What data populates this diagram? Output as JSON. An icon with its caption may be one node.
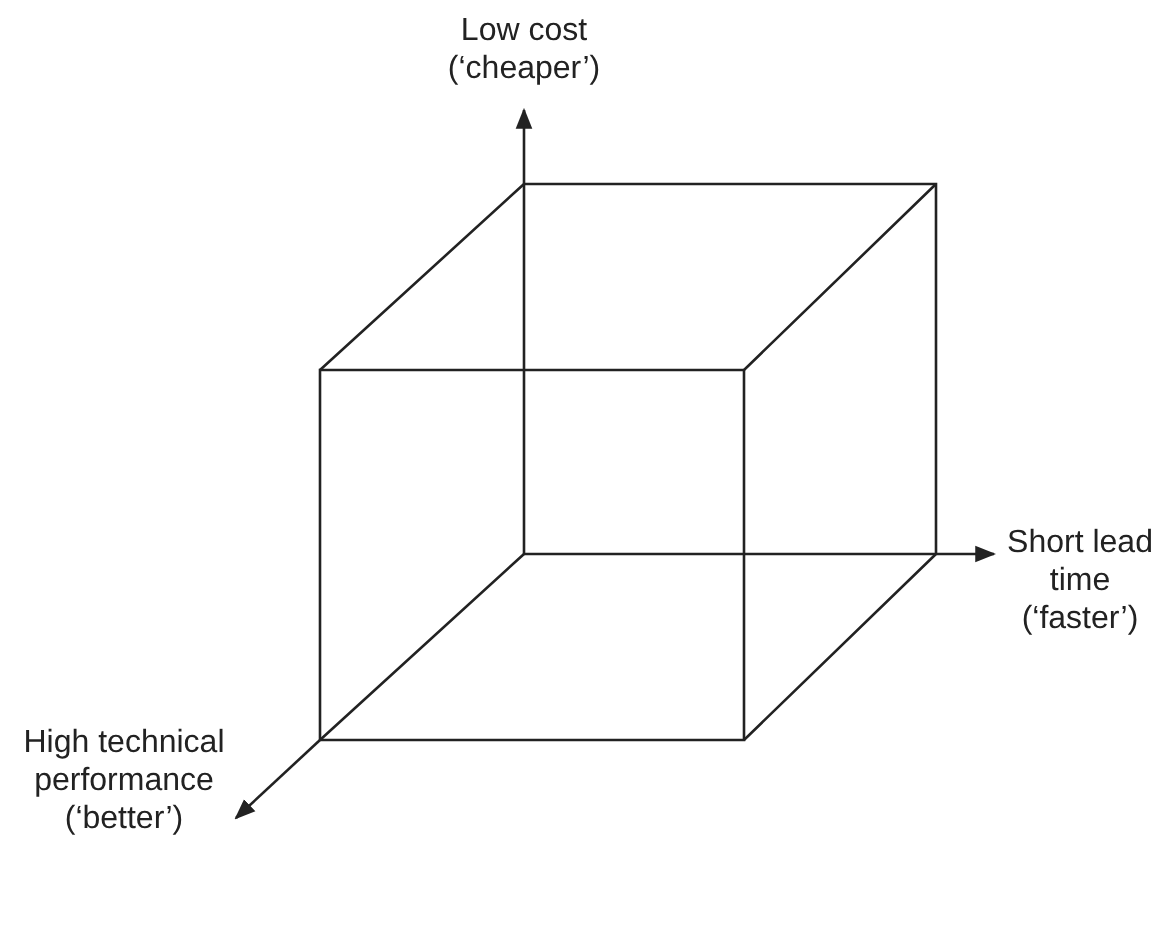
{
  "diagram": {
    "labels": [
      "Low cost (‘cheaper’)",
      "Short lead time (‘faster’)",
      "High technical performance (‘better’)"
    ]
  }
}
